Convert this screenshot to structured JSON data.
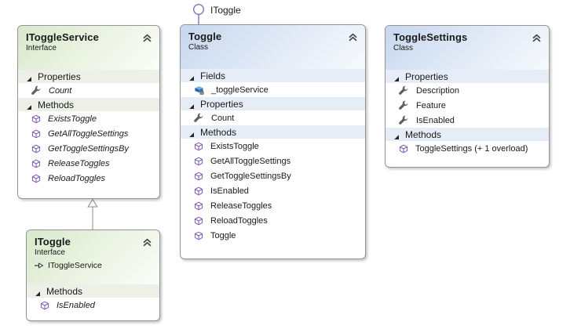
{
  "lollipop": {
    "label": "IToggle",
    "icon": "interface-lollipop-circle",
    "stroke": "#7878b4"
  },
  "connector": {
    "type": "inheritance",
    "from": "IToggle",
    "to": "IToggleService",
    "color": "#a0a0a0"
  },
  "colors": {
    "interface_header": "#d8e9cb",
    "class_header": "#c8d7ee",
    "box_border": "#949494",
    "method_icon": "#7e57b5",
    "field_icon": "#1e62a8",
    "property_icon": "#5f5f5f"
  },
  "icons": {
    "collapse": "double-chevron-up",
    "section_expander": "expanded-triangle",
    "property": "wrench",
    "method": "purple-cube",
    "private_field": "blue-cube-with-lock",
    "base_type": "arrow-right"
  },
  "boxes": [
    {
      "title": "IToggleService",
      "kind": "Interface",
      "sections": [
        {
          "label": "Properties",
          "members": [
            {
              "name": "Count",
              "icon": "property"
            }
          ]
        },
        {
          "label": "Methods",
          "members": [
            {
              "name": "ExistsToggle",
              "icon": "method"
            },
            {
              "name": "GetAllToggleSettings",
              "icon": "method"
            },
            {
              "name": "GetToggleSettingsBy",
              "icon": "method"
            },
            {
              "name": "ReleaseToggles",
              "icon": "method"
            },
            {
              "name": "ReloadToggles",
              "icon": "method"
            }
          ]
        }
      ]
    },
    {
      "title": "Toggle",
      "kind": "Class",
      "sections": [
        {
          "label": "Fields",
          "members": [
            {
              "name": "_toggleService",
              "icon": "private-field"
            }
          ]
        },
        {
          "label": "Properties",
          "members": [
            {
              "name": "Count",
              "icon": "property"
            }
          ]
        },
        {
          "label": "Methods",
          "members": [
            {
              "name": "ExistsToggle",
              "icon": "method"
            },
            {
              "name": "GetAllToggleSettings",
              "icon": "method"
            },
            {
              "name": "GetToggleSettingsBy",
              "icon": "method"
            },
            {
              "name": "IsEnabled",
              "icon": "method"
            },
            {
              "name": "ReleaseToggles",
              "icon": "method"
            },
            {
              "name": "ReloadToggles",
              "icon": "method"
            },
            {
              "name": "Toggle",
              "icon": "method"
            }
          ]
        }
      ]
    },
    {
      "title": "ToggleSettings",
      "kind": "Class",
      "sections": [
        {
          "label": "Properties",
          "members": [
            {
              "name": "Description",
              "icon": "property"
            },
            {
              "name": "Feature",
              "icon": "property"
            },
            {
              "name": "IsEnabled",
              "icon": "property"
            }
          ]
        },
        {
          "label": "Methods",
          "members": [
            {
              "name": "ToggleSettings (+ 1 overload)",
              "icon": "method"
            }
          ]
        }
      ]
    },
    {
      "title": "IToggle",
      "kind": "Interface",
      "base_type": "IToggleService",
      "sections": [
        {
          "label": "Methods",
          "members": [
            {
              "name": "IsEnabled",
              "icon": "method"
            }
          ]
        }
      ]
    }
  ]
}
